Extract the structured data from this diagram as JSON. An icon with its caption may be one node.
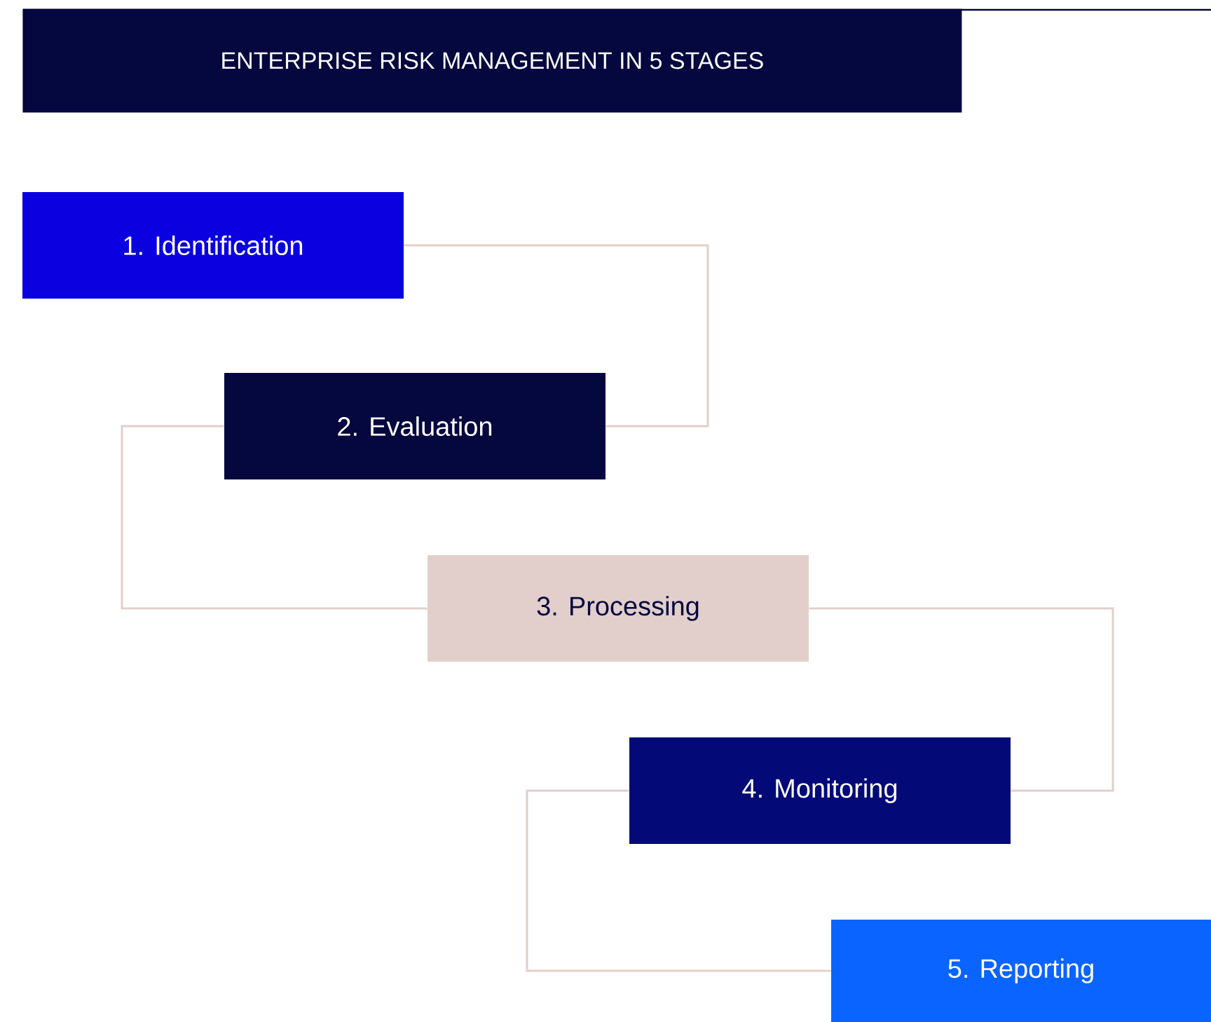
{
  "diagram": {
    "title": "ENTERPRISE RISK MANAGEMENT IN 5 STAGES",
    "nodes": [
      {
        "text": [
          "1. Identification"
        ]
      },
      {
        "text": [
          "2. Evaluation"
        ]
      },
      {
        "text": [
          "3. Processing"
        ]
      },
      {
        "text": [
          "4. Monitoring"
        ]
      },
      {
        "text": [
          "5. Reporting"
        ]
      }
    ],
    "edges": [
      {
        "from": 0,
        "to": 1,
        "arrow": "none"
      },
      {
        "from": 1,
        "to": 2,
        "arrow": "none"
      },
      {
        "from": 2,
        "to": 3,
        "arrow": "none"
      },
      {
        "from": 3,
        "to": 4,
        "arrow": "none"
      }
    ]
  }
}
